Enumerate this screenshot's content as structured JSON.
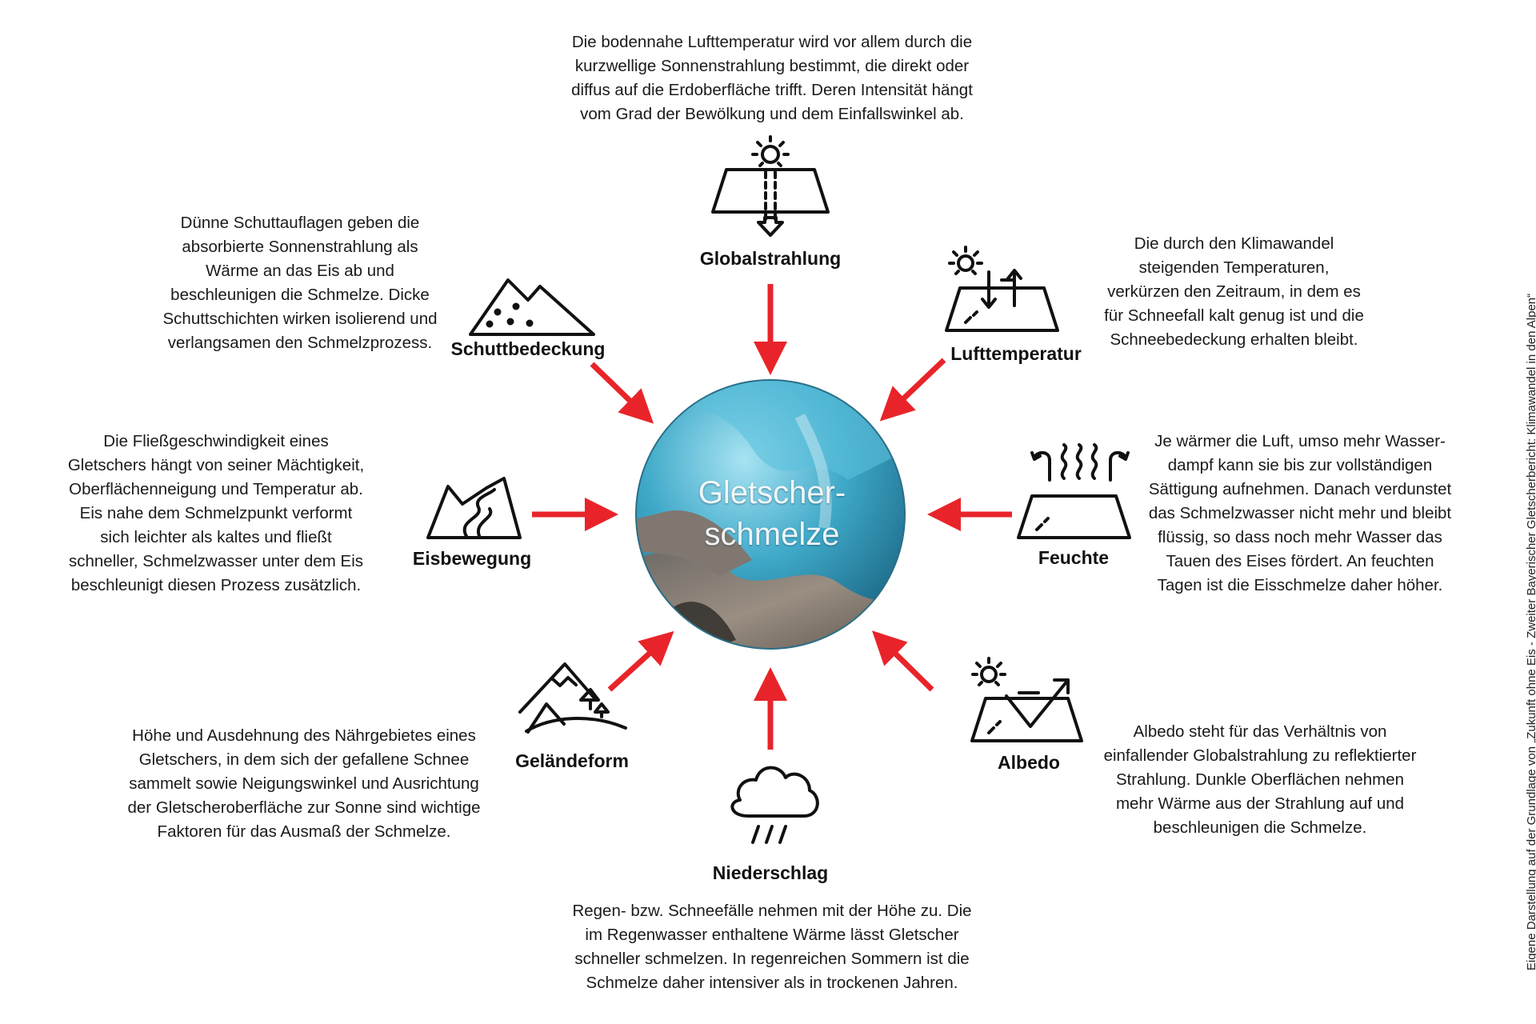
{
  "center": {
    "title": "Gletscher-\nschmelze"
  },
  "factors": [
    {
      "id": "globalstrahlung",
      "label": "Globalstrahlung",
      "icon": "sun-radiation-surface-icon",
      "text": "Die bodennahe Lufttemperatur wird vor allem durch die\nkurzwellige Sonnenstrahlung bestimmt, die direkt oder\ndiffus auf die Erdoberfläche trifft. Deren Intensität hängt\nvom Grad der Bewölkung und dem Einfallswinkel ab."
    },
    {
      "id": "lufttemperatur",
      "label": "Lufttemperatur",
      "icon": "sun-temperature-surface-icon",
      "text": "Die durch den Klimawandel\nsteigenden Temperaturen,\nverkürzen den Zeitraum, in dem es\nfür Schneefall kalt genug ist und die\nSchneebedeckung erhalten bleibt."
    },
    {
      "id": "feuchte",
      "label": "Feuchte",
      "icon": "humidity-vapor-surface-icon",
      "text": "Je wärmer die Luft, umso mehr Wasser-\ndampf kann sie bis zur vollständigen\nSättigung aufnehmen. Danach verdunstet\ndas Schmelzwasser nicht mehr und bleibt\nflüssig, so dass noch mehr Wasser das\nTauen des Eises fördert. An feuchten\nTagen ist die Eisschmelze daher höher."
    },
    {
      "id": "albedo",
      "label": "Albedo",
      "icon": "albedo-reflection-icon",
      "text": "Albedo steht für das Verhältnis von\neinfallender Globalstrahlung zu reflektierter\nStrahlung. Dunkle Oberflächen nehmen\nmehr Wärme aus der Strahlung auf und\nbeschleunigen die Schmelze."
    },
    {
      "id": "niederschlag",
      "label": "Niederschlag",
      "icon": "rain-cloud-icon",
      "text": "Regen- bzw. Schneefälle nehmen mit der Höhe zu. Die\nim Regenwasser enthaltene Wärme lässt Gletscher\nschneller schmelzen. In regenreichen Sommern ist die\nSchmelze daher intensiver als in trockenen Jahren."
    },
    {
      "id": "gelaendeform",
      "label": "Geländeform",
      "icon": "terrain-mountains-icon",
      "text": "Höhe und Ausdehnung des Nährgebietes eines\nGletschers, in dem sich der gefallene Schnee\nsammelt sowie Neigungswinkel und Ausrichtung\nder Gletscheroberfläche zur Sonne sind wichtige\nFaktoren für das Ausmaß der Schmelze."
    },
    {
      "id": "eisbewegung",
      "label": "Eisbewegung",
      "icon": "glacier-flow-icon",
      "text": "Die Fließgeschwindigkeit eines\nGletschers hängt von seiner Mächtigkeit,\nOberflächenneigung und Temperatur ab.\nEis nahe dem Schmelzpunkt verformt\nsich leichter als kaltes und fließt\nschneller, Schmelzwasser unter dem Eis\nbeschleunigt diesen Prozess zusätzlich."
    },
    {
      "id": "schuttbedeckung",
      "label": "Schuttbedeckung",
      "icon": "debris-mountain-icon",
      "text": "Dünne Schuttauflagen geben die\nabsorbierte Sonnenstrahlung als\nWärme an das Eis ab und\nbeschleunigen die Schmelze. Dicke\nSchuttschichten wirken isolierend und\nverlangsamen den Schmelzprozess."
    }
  ],
  "credit": "Eigene Darstellung auf der Grundlage von „Zukunft ohne Eis - Zweiter Bayerischer Gletscherbericht: Klimawandel in den Alpen“",
  "colors": {
    "arrow": "#e8242a",
    "icon_stroke": "#111111",
    "ice": "#3fa9c9",
    "rock": "#8a7f74"
  }
}
